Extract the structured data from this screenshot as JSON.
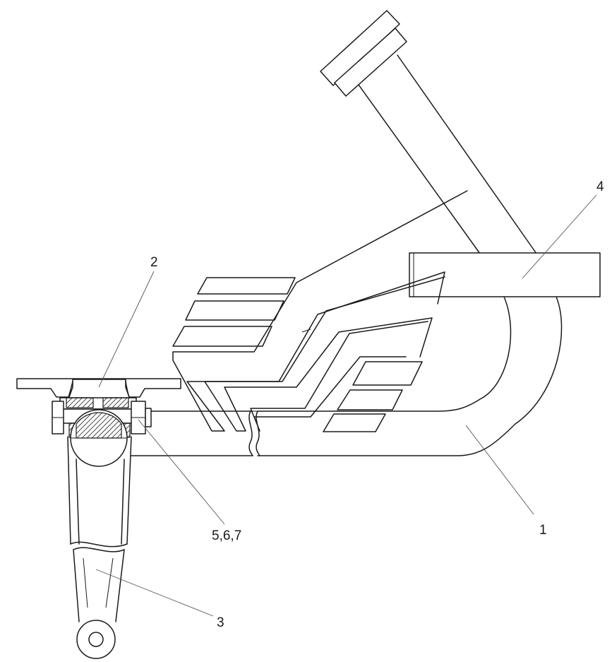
{
  "callouts": {
    "c1": "1",
    "c2": "2",
    "c3": "3",
    "c4": "4",
    "c567": "5,6,7"
  },
  "colors": {
    "stroke": "#1a1a1a",
    "leader": "#555555",
    "hatch": "#1a1a1a",
    "background": "#ffffff"
  }
}
